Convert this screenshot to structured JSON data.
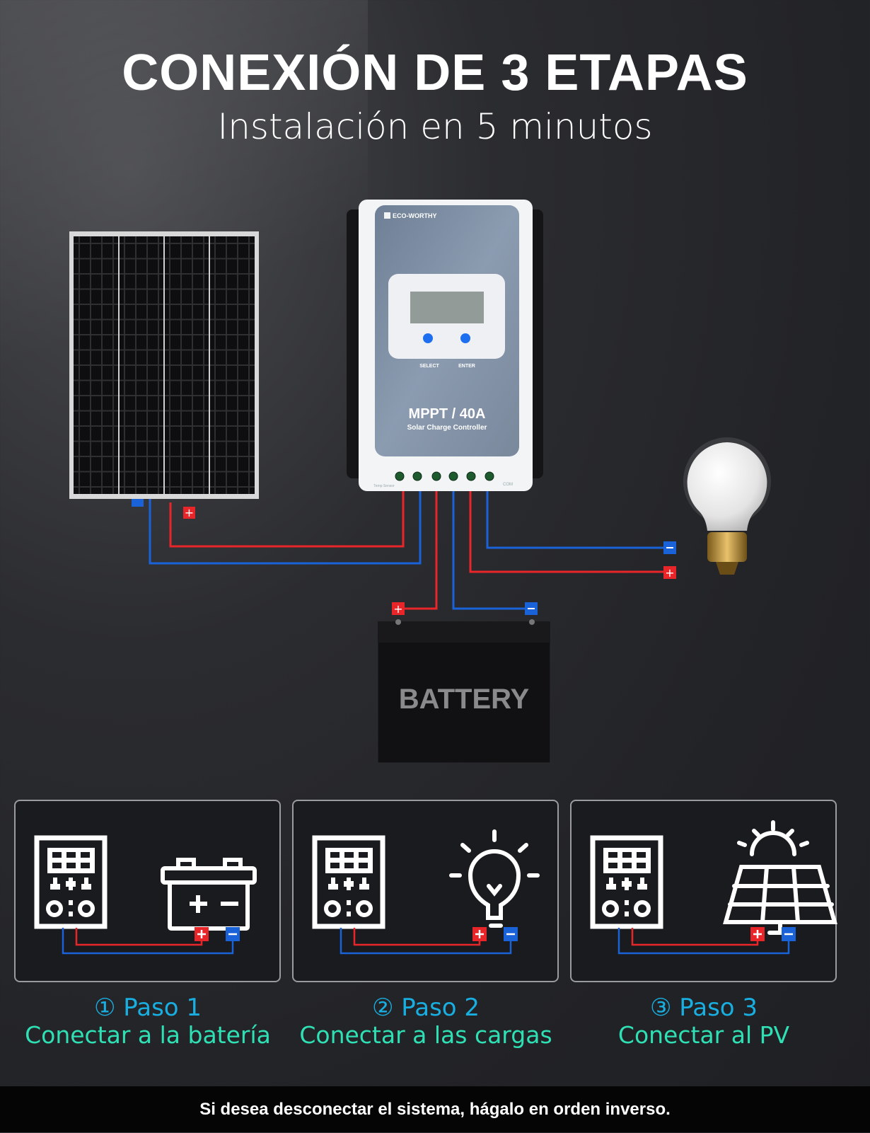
{
  "header": {
    "title": "CONEXIÓN DE 3 ETAPAS",
    "subtitle": "Instalación en 5 minutos"
  },
  "controller": {
    "brand": "ECO-WORTHY",
    "model": "MPPT / 40A",
    "description": "Solar Charge Controller",
    "buttons": [
      "SELECT",
      "ENTER"
    ],
    "labels": [
      "Temp Sensor",
      "COM"
    ]
  },
  "battery": {
    "label": "BATTERY"
  },
  "colors": {
    "positive": "#e8262a",
    "negative": "#1a62d8",
    "step_title": "#19aee0",
    "step_desc": "#2fe0b4"
  },
  "steps": [
    {
      "number": "①",
      "title": "Paso 1",
      "description": "Conectar a la batería",
      "icon": "battery-icon"
    },
    {
      "number": "②",
      "title": "Paso 2",
      "description": "Conectar a las cargas",
      "icon": "light-bulb-icon"
    },
    {
      "number": "③",
      "title": "Paso 3",
      "description": "Conectar al PV",
      "icon": "solar-panel-icon"
    }
  ],
  "footer": {
    "note": "Si desea desconectar el sistema, hágalo en orden inverso."
  }
}
